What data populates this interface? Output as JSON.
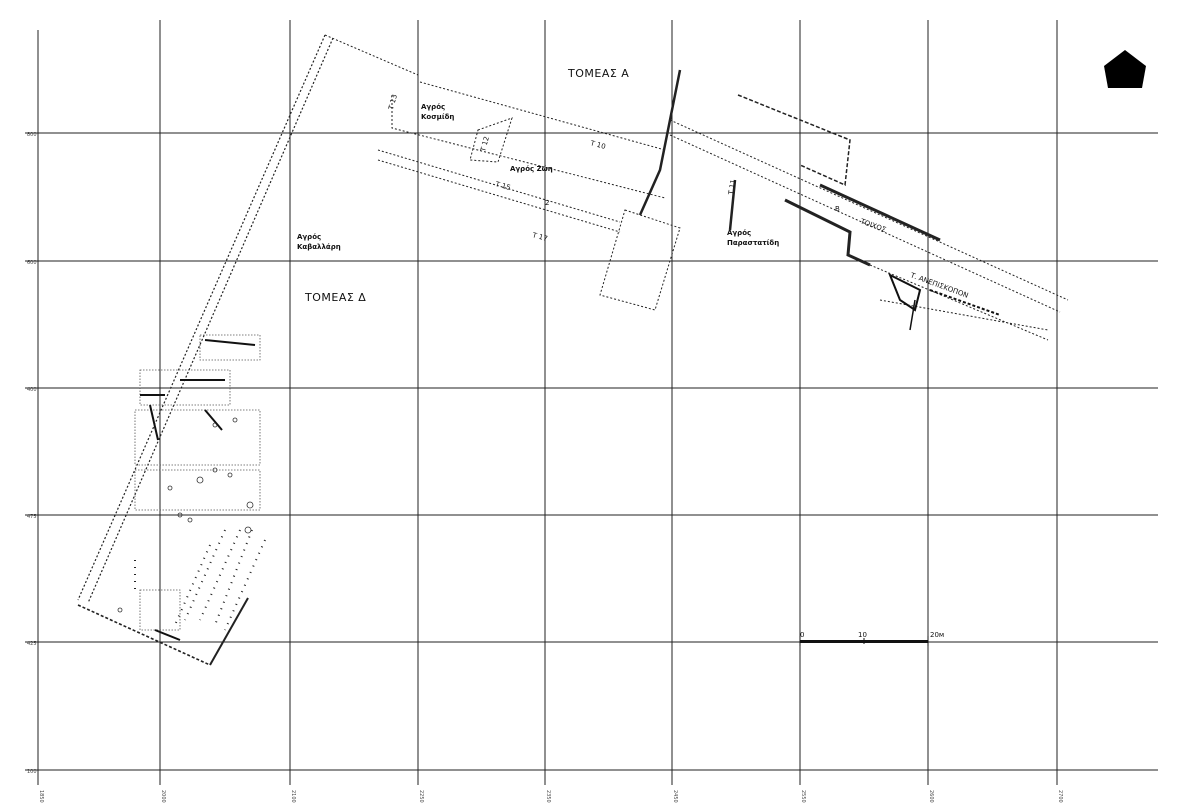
{
  "sectors": {
    "a": "ΤΟΜΕΑΣ Α",
    "d": "ΤΟΜΕΑΣ Δ"
  },
  "fields": {
    "kosmidi": [
      "Αγρός",
      "Κοσμίδη"
    ],
    "zoi": "Αγρός Ζώη",
    "kavallari": [
      "Αγρός",
      "Καβαλλάρη"
    ],
    "parastatidi": [
      "Αγρός",
      "Παραστατίδη"
    ]
  },
  "features": {
    "wall_b": "Β",
    "wall_label": "ΤΟΙΧΟΣ",
    "trench_tanioukas": "Τ. ΑΝΕΠΙΣΚΟΠΟΝ"
  },
  "trenches": {
    "t13": "Τ 13",
    "t12": "Τ 12",
    "t10": "Τ 10",
    "t15": "Τ 15",
    "t17": "Τ 17",
    "t11": "Τ 11",
    "t2": "2"
  },
  "scale_bar": {
    "labels": [
      "0",
      "10",
      "20м"
    ],
    "color": "#111111"
  },
  "north_marker": {
    "icon": "north-arrow-icon",
    "color": "#000000"
  },
  "grid_ticks": {
    "left": [
      "800",
      "600",
      "400",
      "475",
      "425",
      "100"
    ],
    "bottom": [
      "1850",
      "2000",
      "2100",
      "2250",
      "2350",
      "2450",
      "2550",
      "2600",
      "2700"
    ]
  }
}
